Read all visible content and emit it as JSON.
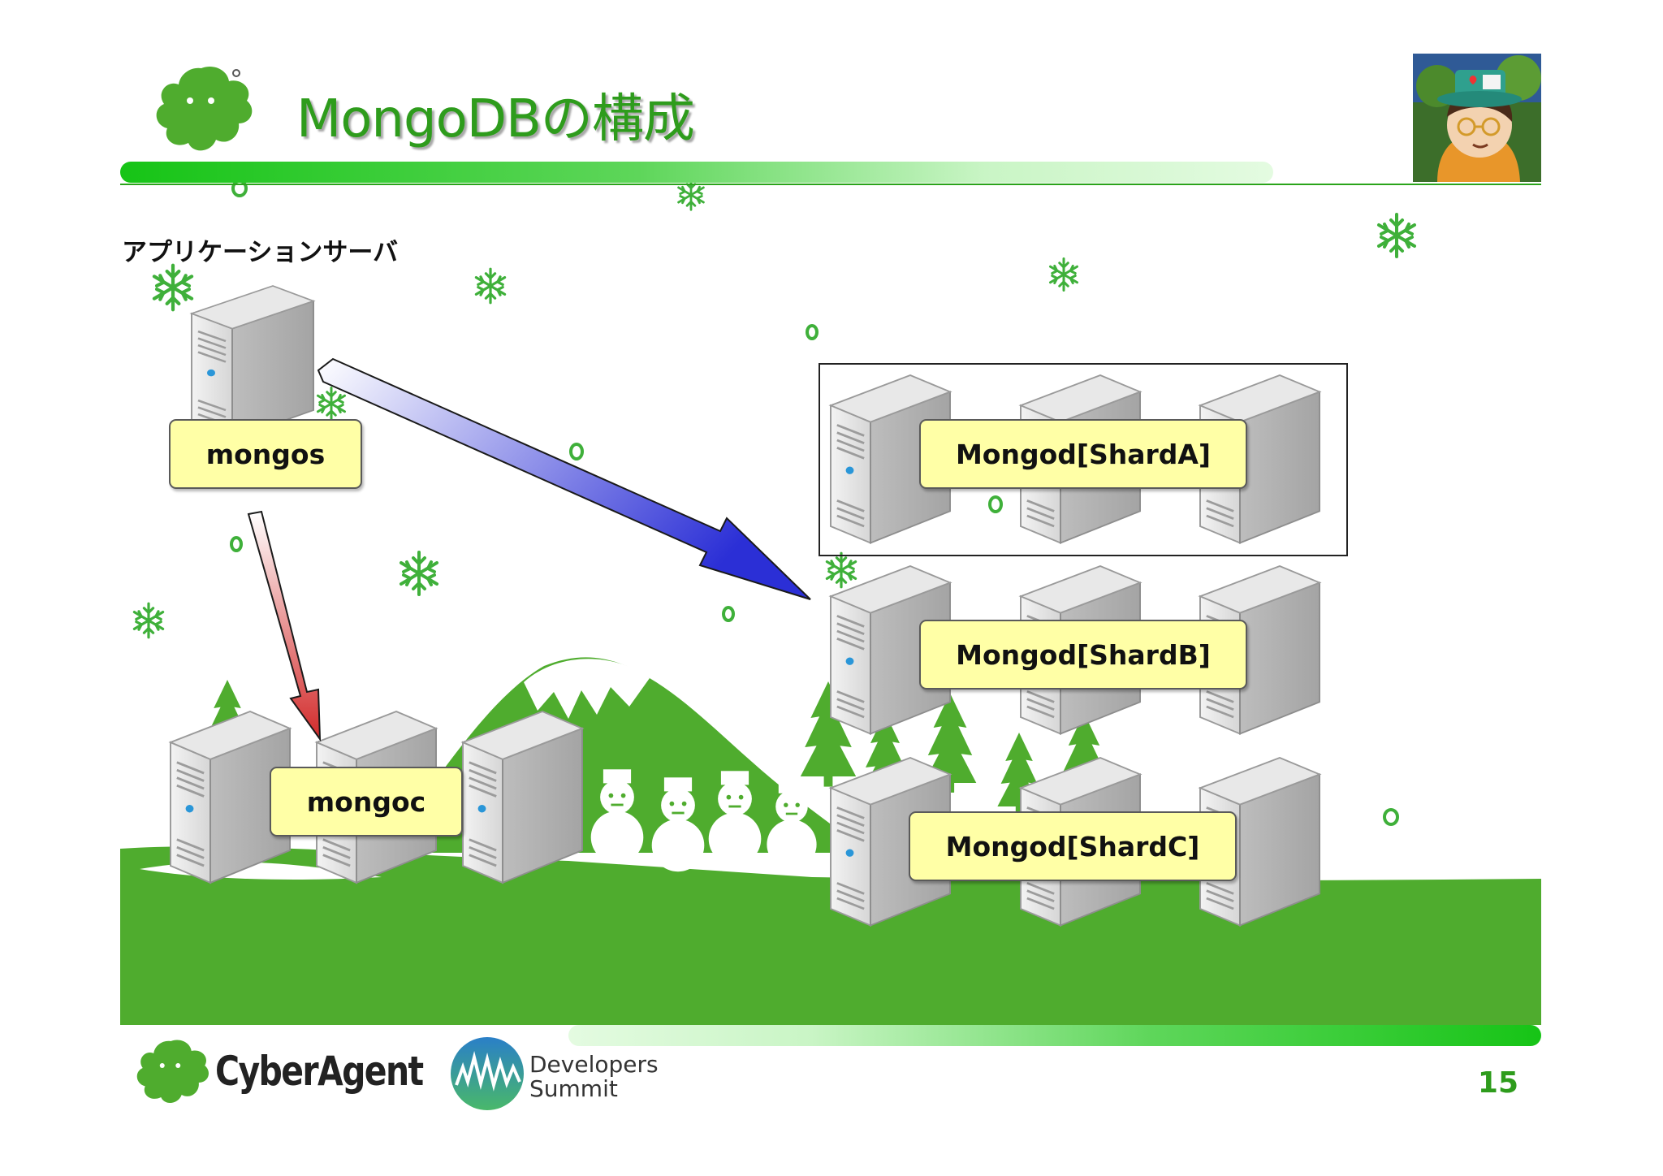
{
  "slide": {
    "title": "MongoDBの構成",
    "page_number": "15"
  },
  "diagram": {
    "app_server_label": "アプリケーションサーバ",
    "mongos_label": "mongos",
    "mongoc_label": "mongoc",
    "shards": [
      {
        "label": "Mongod[ShardA]"
      },
      {
        "label": "Mongod[ShardB]"
      },
      {
        "label": "Mongod[ShardC]"
      }
    ]
  },
  "footer": {
    "company": "CyberAgent",
    "event_line1": "Developers",
    "event_line2": "Summit"
  },
  "colors": {
    "brand_green": "#4fac2e",
    "title_green": "#2e9c1c",
    "label_fill": "#ffffa6",
    "arrow_blue": "#2b2fd6",
    "arrow_red": "#d22a2a"
  }
}
